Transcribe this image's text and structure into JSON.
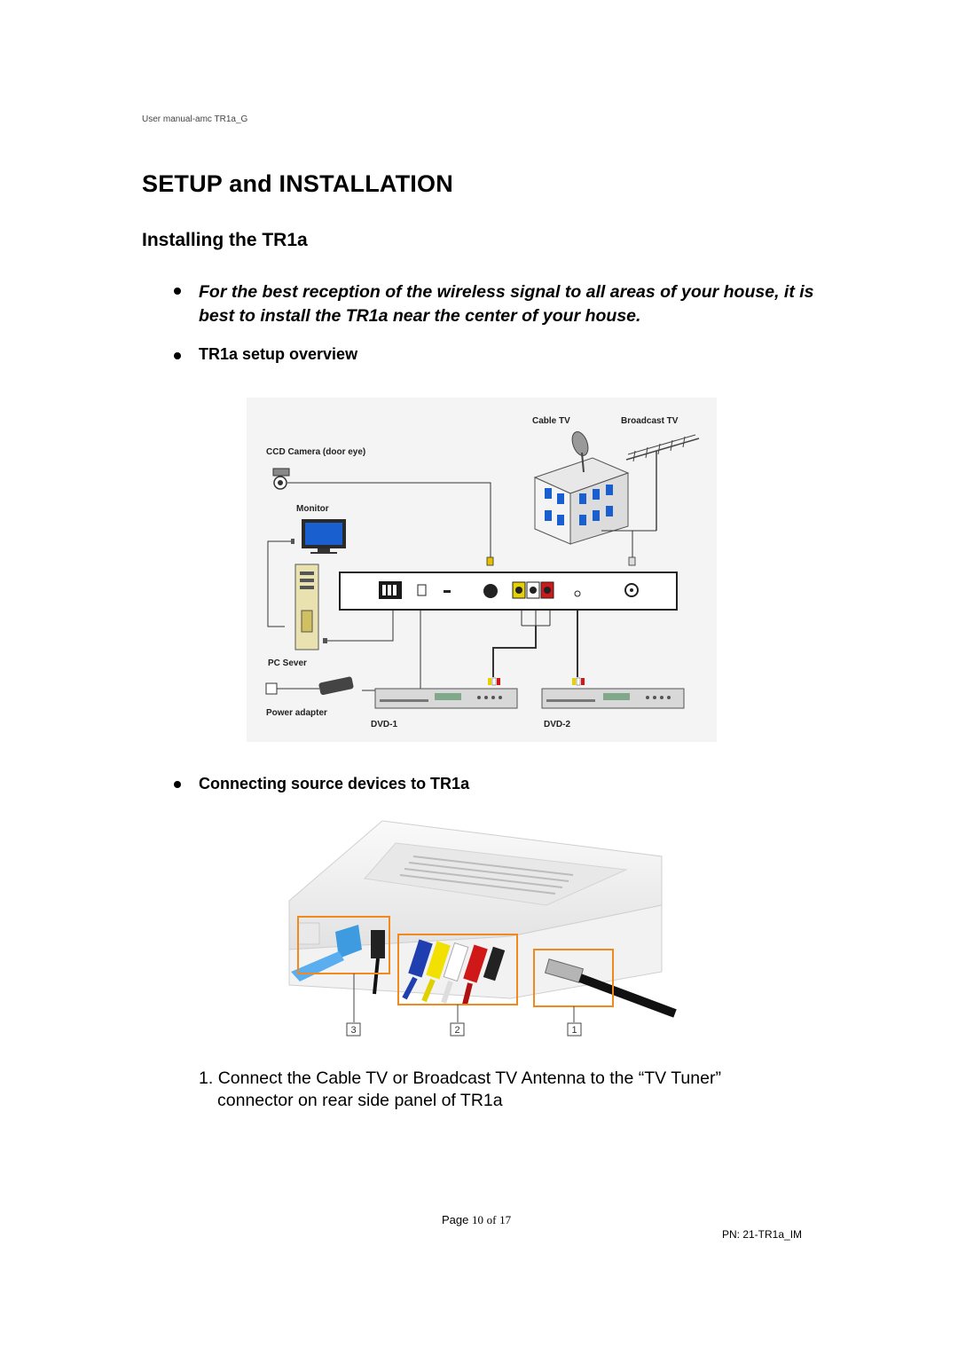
{
  "page": {
    "running_header": "User manual-amc TR1a_G",
    "title": "SETUP and INSTALLATION",
    "section_title": "Installing the TR1a",
    "reception_note": "For the best reception of the wireless signal to all areas of your house, it is best to install the TR1a near the center of your house.",
    "overview_heading": "TR1a setup overview",
    "connecting_heading": "Connecting source devices to TR1a",
    "step1_number": "1.",
    "step1_line1": "Connect the Cable TV or Broadcast TV Antenna to the “TV Tuner”",
    "step1_line2": "connector on rear side panel of TR1a",
    "footer_page_word": "Page",
    "footer_page_current": "10",
    "footer_page_of": "of",
    "footer_page_total": "17",
    "part_number": "PN: 21-TR1a_IM"
  },
  "diagram": {
    "label_ccd": "CCD Camera (door eye)",
    "label_cable_tv": "Cable TV",
    "label_broadcast_tv": "Broadcast TV",
    "label_monitor": "Monitor",
    "label_pc_server": "PC Sever",
    "label_power_adapter": "Power adapter",
    "label_dvd1": "DVD-1",
    "label_dvd2": "DVD-2"
  },
  "photo": {
    "callout_3": "3",
    "callout_2": "2",
    "callout_1": "1"
  },
  "colors": {
    "callout_orange": "#f08a1c",
    "rca_yellow": "#f2e000",
    "rca_red": "#d01818",
    "ethernet_blue": "#3e9be0",
    "building_blue": "#1a5fd0"
  }
}
